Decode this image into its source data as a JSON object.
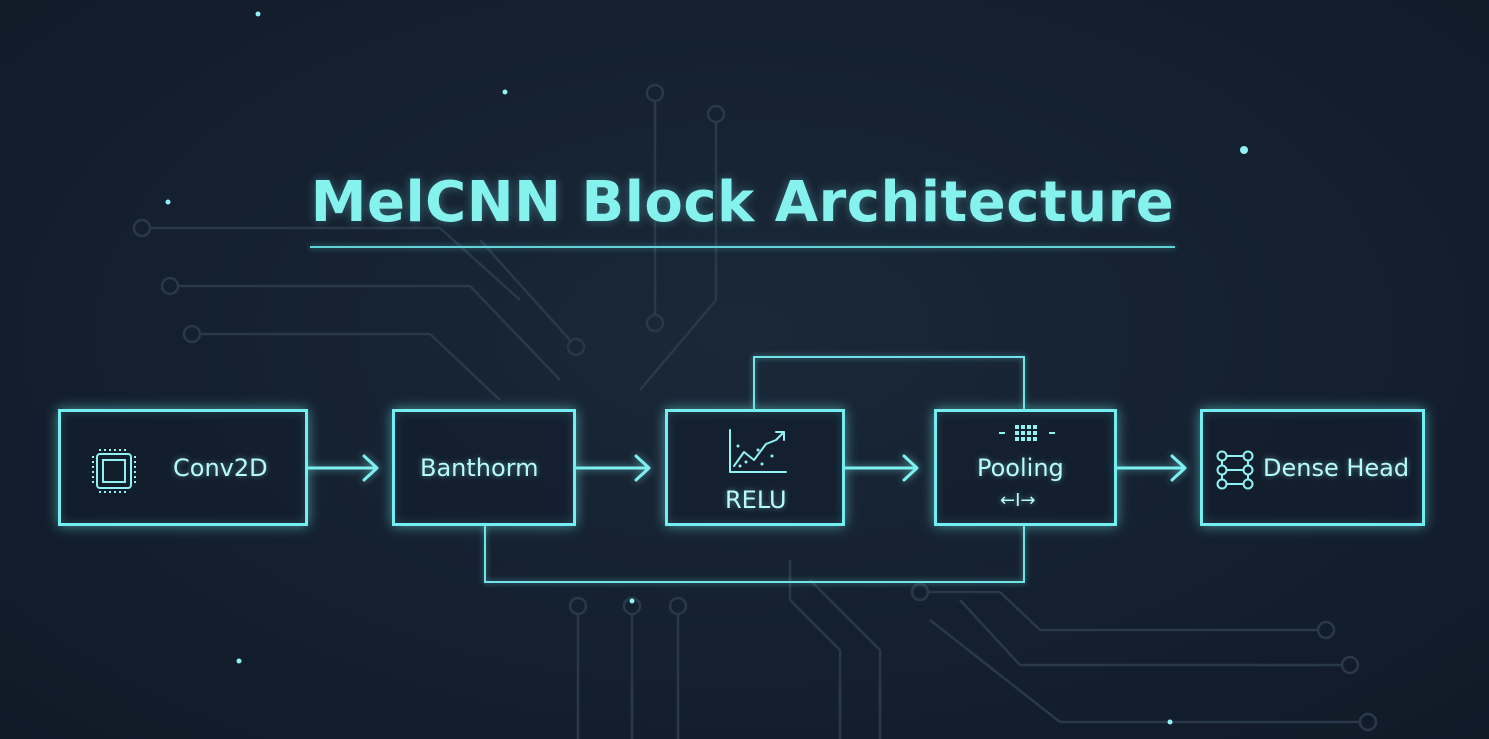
{
  "title": "MelCNN Block Architecture",
  "colors": {
    "background": "#152130",
    "accent": "#74eef0",
    "circuit": "#2b3a4b"
  },
  "blocks": [
    {
      "label": "Conv2D",
      "icon": "chip-icon"
    },
    {
      "label": "Banthorm",
      "icon": ""
    },
    {
      "label": "RELU",
      "icon": "line-chart-icon"
    },
    {
      "label": "Pooling",
      "icon": "pooling-grid-icon",
      "sub": "←I→"
    },
    {
      "label": "Dense Head",
      "icon": "network-nodes-icon"
    }
  ],
  "connections": [
    {
      "from": "Conv2D",
      "to": "Banthorm"
    },
    {
      "from": "Banthorm",
      "to": "RELU"
    },
    {
      "from": "RELU",
      "to": "Pooling"
    },
    {
      "from": "Pooling",
      "to": "Dense Head"
    },
    {
      "from": "RELU",
      "to": "Pooling",
      "route": "skip-top"
    },
    {
      "from": "Banthorm",
      "to": "Pooling",
      "route": "skip-bottom"
    }
  ]
}
